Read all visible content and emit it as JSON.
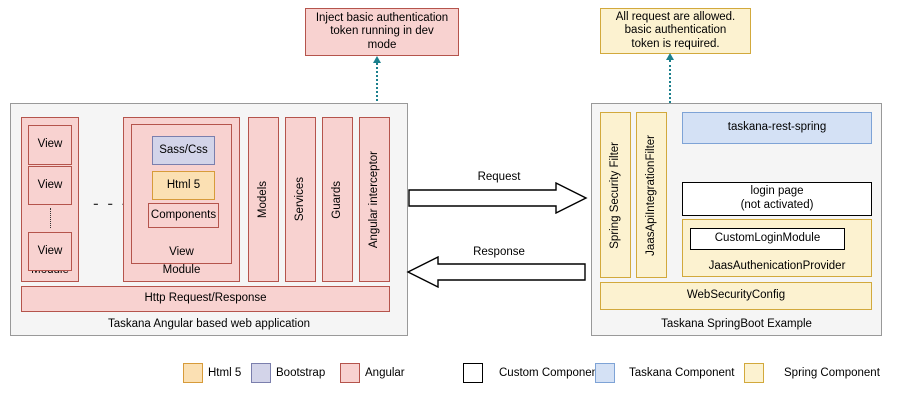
{
  "diagram": {
    "callouts": [
      {
        "id": "client-callout",
        "text": "Inject basic authentication\ntoken running in dev\nmode",
        "style": "angular"
      },
      {
        "id": "server-callout",
        "text": "All request are allowed.\nbasic authentication\ntoken is required.",
        "style": "spring"
      }
    ],
    "client_panel": {
      "caption": "Taskana Angular based web application",
      "module_a": {
        "label": "Module",
        "views": [
          "View",
          "View",
          "View"
        ]
      },
      "separator": "- - -",
      "module_b": {
        "label": "Module",
        "view_label": "View",
        "items": [
          {
            "label": "Sass/Css",
            "style": "bootstrap"
          },
          {
            "label": "Html 5",
            "style": "html5"
          },
          {
            "label": "Components",
            "style": "angular"
          }
        ]
      },
      "columns": [
        "Models",
        "Services",
        "Guards"
      ],
      "interceptor": "Angular interceptor",
      "http_bar": "Http Request/Response"
    },
    "flow": {
      "request": "Request",
      "response": "Response"
    },
    "server_panel": {
      "caption": "Taskana SpringBoot Example",
      "filters": [
        "Spring Security Filter",
        "JaasApiIntegrationFilter"
      ],
      "rest": "taskana-rest-spring",
      "login_page": "login page\n(not activated)",
      "auth_provider": {
        "inner": "CustomLoginModule",
        "label": "JaasAuthenicationProvider"
      },
      "web_security_config": "WebSecurityConfig"
    },
    "legend": {
      "left": [
        {
          "label": "Html 5",
          "style": "html5"
        },
        {
          "label": "Bootstrap",
          "style": "bootstrap"
        },
        {
          "label": "Angular",
          "style": "angular"
        }
      ],
      "right": [
        {
          "label": "Custom Component",
          "style": "custom"
        },
        {
          "label": "Taskana Component",
          "style": "taskana"
        },
        {
          "label": "Spring Component",
          "style": "spring"
        }
      ]
    },
    "colors": {
      "angular_fill": "#f8d2d0",
      "angular_stroke": "#b5544c",
      "html5_fill": "#fbe0b3",
      "html5_stroke": "#d79b3a",
      "bootstrap_fill": "#d3d4e9",
      "bootstrap_stroke": "#7b7fad",
      "spring_fill": "#fcf2d0",
      "spring_stroke": "#d2a93c",
      "taskana_fill": "#d4e1f5",
      "taskana_stroke": "#7ea3d6",
      "custom_fill": "#ffffff",
      "custom_stroke": "#000000",
      "panel_fill": "#f5f5f5",
      "panel_stroke": "#999999",
      "connector": "#1b7f8c"
    }
  }
}
